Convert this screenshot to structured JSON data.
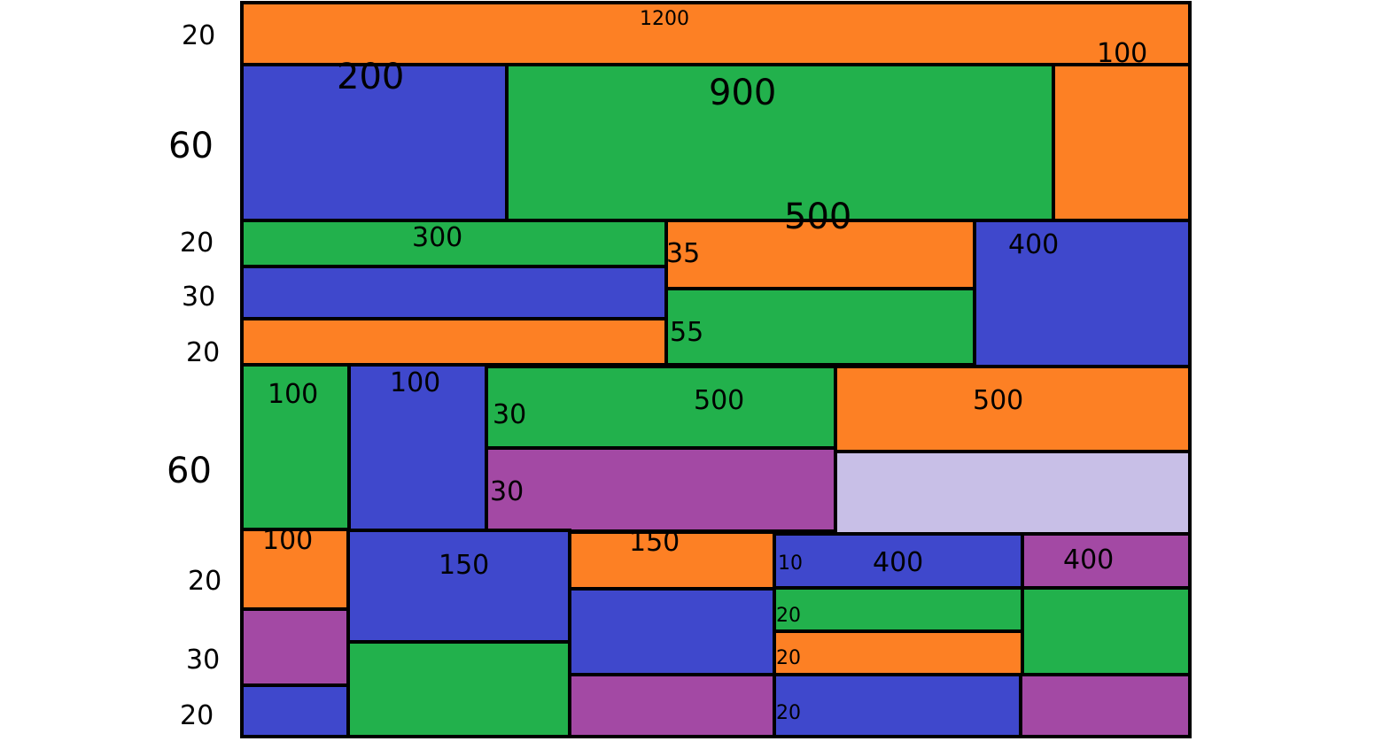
{
  "colors": {
    "orange": "#fd8024",
    "blue": "#3f48cc",
    "green": "#22b14c",
    "purple": "#a349a4",
    "lavender": "#c8bfe7",
    "outline": "#000000"
  },
  "blocks": [
    {
      "color": "orange"
    },
    {
      "color": "blue"
    },
    {
      "color": "green"
    },
    {
      "color": "orange"
    },
    {
      "color": "green"
    },
    {
      "color": "blue"
    },
    {
      "color": "orange"
    },
    {
      "color": "orange"
    },
    {
      "color": "green"
    },
    {
      "color": "blue"
    },
    {
      "color": "green"
    },
    {
      "color": "blue"
    },
    {
      "color": "green"
    },
    {
      "color": "purple"
    },
    {
      "color": "orange"
    },
    {
      "color": "lavender"
    },
    {
      "color": "orange"
    },
    {
      "color": "purple"
    },
    {
      "color": "blue"
    },
    {
      "color": "blue"
    },
    {
      "color": "green"
    },
    {
      "color": "orange"
    },
    {
      "color": "blue"
    },
    {
      "color": "purple"
    },
    {
      "color": "blue"
    },
    {
      "color": "green"
    },
    {
      "color": "orange"
    },
    {
      "color": "blue"
    },
    {
      "color": "purple"
    },
    {
      "color": "green"
    },
    {
      "color": "purple"
    }
  ],
  "row_labels": [
    "20",
    "60",
    "20",
    "30",
    "20",
    "60",
    "20",
    "30",
    "20"
  ],
  "width_labels": {
    "total": "1200",
    "header_left": "200",
    "header_center": "900",
    "header_right": "100",
    "mid_left": "300",
    "mid_center": "500",
    "mid_right": "400",
    "mid_sub_top": "35",
    "mid_sub_bottom": "55",
    "lower_a": "100",
    "lower_b": "100",
    "lower_c_top": "30",
    "lower_c_width": "500",
    "lower_d_width": "500",
    "lower_c_bottom": "30",
    "bottom_a": "100",
    "bottom_b": "150",
    "bottom_c": "150",
    "bottom_d_pad": "10",
    "bottom_d": "400",
    "bottom_e": "400",
    "bottom_d_row2": "20",
    "bottom_d_row3": "20",
    "bottom_d_row4": "20"
  }
}
